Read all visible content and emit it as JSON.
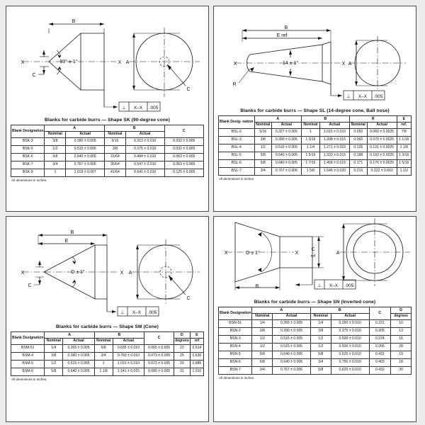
{
  "page": {
    "background": "#ececec",
    "panel_background": "#ffffff",
    "line_color": "#1a1a1a"
  },
  "panels": [
    {
      "id": "sk",
      "caption": "Blanks for carbide burrs — Shape SK (90-degree cone)",
      "note": "All dimensions in inches.",
      "drawing": {
        "angle_label": "90° ± 1°",
        "dim_b": "B",
        "dim_a": "A",
        "dim_c": "C",
        "axis_left": "X",
        "axis_right": "X",
        "fcf_symbol": "⊥",
        "fcf_datum": "X–X",
        "fcf_tol": ".005",
        "end_view_c": "C"
      },
      "table": {
        "col_designation": "Blank Designation",
        "groups": [
          "A",
          "B",
          "C"
        ],
        "subheads": [
          "Nominal",
          "Actual",
          "Nominal",
          "Actual"
        ],
        "rows": [
          {
            "designation": "BSK-3",
            "a_nom": "3/8",
            "a_act": "0.390 ± 0.005",
            "b_nom": "5/16",
            "b_act": "0.313 ± 0.010",
            "c": "0.032 ± 0.005"
          },
          {
            "designation": "BSK-5",
            "a_nom": "1/2",
            "a_act": "0.515 ± 0.005",
            "b_nom": "3/8",
            "b_act": "0.375 ± 0.010",
            "c": "0.032 ± 0.005"
          },
          {
            "designation": "BSK-6",
            "a_nom": "5/8",
            "a_act": "0.640 ± 0.005",
            "b_nom": "31/64",
            "b_act": "0.484 ± 0.010",
            "c": "0.063 ± 0.005"
          },
          {
            "designation": "BSK-7",
            "a_nom": "3/4",
            "a_act": "0.767 ± 0.006",
            "b_nom": "35/64",
            "b_act": "0.547 ± 0.010",
            "c": "0.063 ± 0.005"
          },
          {
            "designation": "BSK-9",
            "a_nom": "1",
            "a_act": "1.019 ± 0.007",
            "b_nom": "41/64",
            "b_act": "0.641 ± 0.010",
            "c": "0.125 ± 0.005"
          }
        ]
      }
    },
    {
      "id": "sl",
      "caption": "Blanks for carbide burrs — Shape SL (14-degree cone, Ball nose)",
      "note": "All dimensions in inches.",
      "drawing": {
        "angle_label": "14 ± 1°",
        "dim_b": "B",
        "dim_e": "E ref",
        "dim_a": "A",
        "dim_r": "R",
        "axis_left": "X",
        "axis_right": "X",
        "fcf_symbol": "⊥",
        "fcf_datum": "X–X",
        "fcf_tol": ".005"
      },
      "table": {
        "col_designation": "Blank Desig- nation",
        "groups": [
          "A",
          "B",
          "R",
          "E"
        ],
        "subheads": [
          "Nominal",
          "Actual",
          "Nominal",
          "Actual",
          "Nominal",
          "Actual",
          "ref."
        ],
        "rows": [
          {
            "designation": "BSL-2",
            "a_nom": "5/16",
            "a_act": "0.327 ± 0.005",
            "b_nom": "1",
            "b_act": "1.015 ± 0.010",
            "r_nom": "0.050",
            "r_act": "0.060 ± 0.0025",
            "e_ref": "7/8"
          },
          {
            "designation": "BSL-3",
            "a_nom": "3/8",
            "a_act": "0.390 ± 0.005",
            "b_nom": "1  3/16",
            "b_act": "1.208 ± 0.015",
            "r_nom": "0.065",
            "r_act": "0.070 ± 0.0025",
            "e_ref": "1  1/16"
          },
          {
            "designation": "BSL-4",
            "a_nom": "1/2",
            "a_act": "0.515 ± 0.005",
            "b_nom": "1  1/4",
            "b_act": "1.271 ± 0.015",
            "r_nom": "0.126",
            "r_act": "0.131 ± 0.0025",
            "e_ref": "1  1/8"
          },
          {
            "designation": "BSL-5",
            "a_nom": "5/8",
            "a_act": "0.640 ± 0.005",
            "b_nom": "1  5/16",
            "b_act": "1.333 ± 0.015",
            "r_nom": "0.188",
            "r_act": "0.193 ± 0.0025",
            "e_ref": "1  3/16"
          },
          {
            "designation": "BSL-6",
            "a_nom": "5/8",
            "a_act": "0.640 ± 0.005",
            "b_nom": "1  7/16",
            "b_act": "1.458 ± 0.015",
            "r_nom": "0.171",
            "r_act": "0.176 ± 0.0025",
            "e_ref": "1  5/16"
          },
          {
            "designation": "BSL-7",
            "a_nom": "3/4",
            "a_act": "0.767 ± 0.006",
            "b_nom": "1  5/8",
            "b_act": "1.646 ± 0.020",
            "r_nom": "0.216",
            "r_act": "0.222 ± 0.003",
            "e_ref": "1  1/2"
          }
        ]
      }
    },
    {
      "id": "sm",
      "caption": "Blanks for carbide burrs — Shape SM (Cone)",
      "note": "All dimensions in inches.",
      "drawing": {
        "angle_label": "D ± 1°",
        "dim_b": "B",
        "dim_e": "E",
        "dim_a": "A",
        "dim_c": "C",
        "axis_left": "X",
        "axis_right": "X",
        "fcf_symbol": "⊥",
        "fcf_datum": "X–X",
        "fcf_tol": ".005",
        "end_view_c": "C"
      },
      "table": {
        "col_designation": "Blank Designation",
        "groups": [
          "A",
          "B",
          "C",
          "D",
          "E"
        ],
        "subheads": [
          "Nominal",
          "Actual",
          "Nominal",
          "Actual",
          "degrees",
          "ref"
        ],
        "rows": [
          {
            "designation": "BSM-51",
            "a_nom": "1/4",
            "a_act": "0.265 ± 0.005",
            "b_nom": "5/8",
            "b_act": "0.635 ± 0.010",
            "c": "0.065 ± 0.005",
            "d_deg": "22",
            "e_ref": "0.514"
          },
          {
            "designation": "BSM-4",
            "a_nom": "3/8",
            "a_act": "0.390 ± 0.005",
            "b_nom": "3/4",
            "b_act": "0.760 ± 0.010",
            "c": "0.073 ± 0.005",
            "d_deg": "25",
            "e_ref": "0.636"
          },
          {
            "designation": "BSM-5",
            "a_nom": "1/2",
            "a_act": "0.515 ± 0.005",
            "b_nom": "1",
            "b_act": "1.010 ± 0.010",
            "c": "0.073 ± 0.005",
            "d_deg": "29",
            "e_ref": "0.886"
          },
          {
            "designation": "BSM-6",
            "a_nom": "5/8",
            "a_act": "0.640 ± 0.005",
            "b_nom": "1 1/8",
            "b_act": "1.141 ± 0.015",
            "c": "0.080 ± 0.005",
            "d_deg": "31",
            "e_ref": "1.010"
          }
        ]
      }
    },
    {
      "id": "sn",
      "caption": "Blanks for carbide burrs — Shape SN (Inverted cone)",
      "note": "All dimensions in inches.",
      "drawing": {
        "angle_label": "D ± 1°",
        "dim_b": "B",
        "dim_a": "A",
        "dim_c": "C",
        "dim_c_ref": "ref",
        "axis_left": "X",
        "axis_right": "X",
        "fcf_symbol": "⊥",
        "fcf_datum": "X–X",
        "fcf_tol": ".005"
      },
      "table": {
        "col_designation": "Blank Designation",
        "groups": [
          "A",
          "B",
          "C",
          "D"
        ],
        "subheads": [
          "Nominal",
          "Actual",
          "Nominal",
          "Actual",
          "degrees"
        ],
        "rows": [
          {
            "designation": "BSN-51",
            "a_nom": "1/4",
            "a_act": "0.265 ± 0.005",
            "b_nom": "1/4",
            "b_act": "0.250 ± 0.010",
            "c": "0.221",
            "d_deg": "10"
          },
          {
            "designation": "BSN-2",
            "a_nom": "3/8",
            "a_act": "0.390 ± 0.005",
            "b_nom": "3/8",
            "b_act": "0.375 ± 0.010",
            "c": "0.305",
            "d_deg": "13"
          },
          {
            "designation": "BSN-3",
            "a_nom": "1/2",
            "a_act": "0.515 ± 0.005",
            "b_nom": "1/2",
            "b_act": "0.500 ± 0.010",
            "c": "0.374",
            "d_deg": "16"
          },
          {
            "designation": "BSN-4",
            "a_nom": "1/2",
            "a_act": "0.515 ± 0.005",
            "b_nom": "1/2",
            "b_act": "0.500 ± 0.010",
            "c": "0.266",
            "d_deg": "28"
          },
          {
            "designation": "BSN-5",
            "a_nom": "5/8",
            "a_act": "0.640 ± 0.005",
            "b_nom": "5/8",
            "b_act": "0.625 ± 0.010",
            "c": "0.431",
            "d_deg": "19"
          },
          {
            "designation": "BSN-6",
            "a_nom": "5/8",
            "a_act": "0.640 ± 0.005",
            "b_nom": "3/4",
            "b_act": "0.750 ± 0.010",
            "c": "0.403",
            "d_deg": "18"
          },
          {
            "designation": "BSN-7",
            "a_nom": "3/4",
            "a_act": "0.767 ± 0.006",
            "b_nom": "5/8",
            "b_act": "0.625 ± 0.010",
            "c": "0.432",
            "d_deg": "30"
          }
        ]
      }
    }
  ]
}
